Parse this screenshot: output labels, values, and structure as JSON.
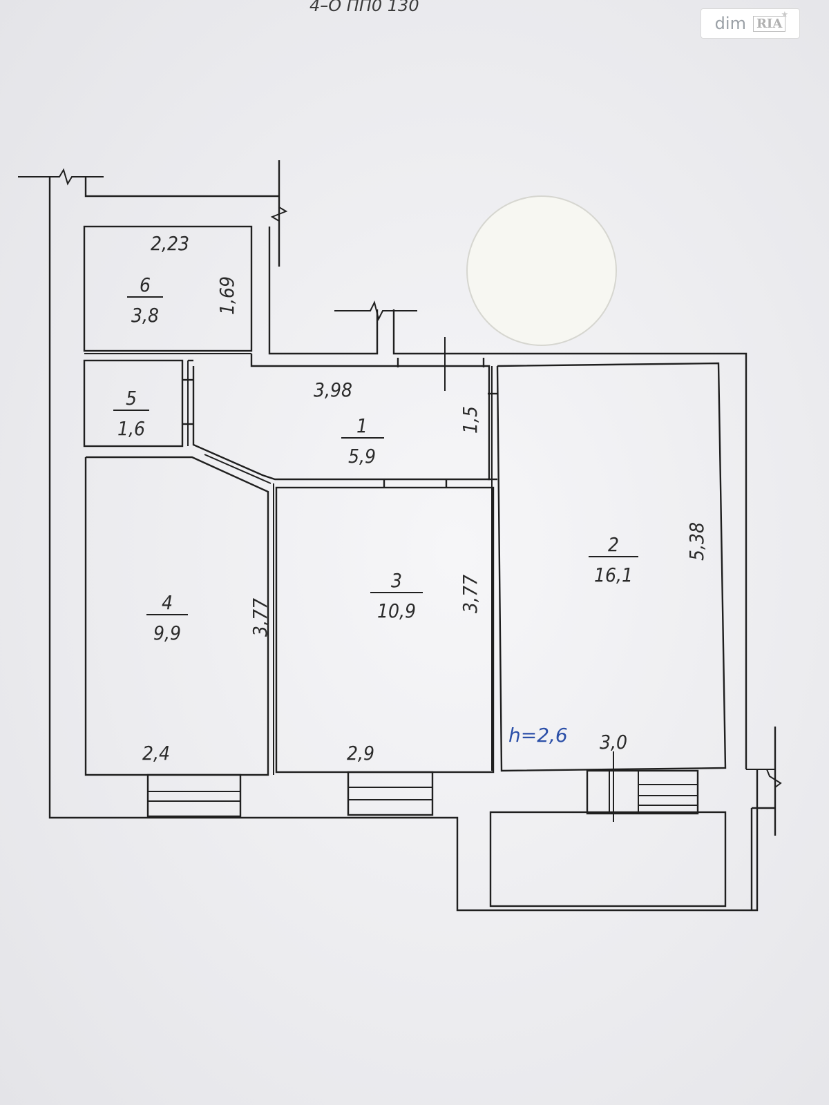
{
  "header_text": "4–Ö ПП0 130",
  "ceiling_height": "h=2,6",
  "watermark": {
    "brand": "dim",
    "logo": "RIA"
  },
  "colors": {
    "ink": "#1f1f1f",
    "annotation": "#2b4fa8",
    "paper": "#f2f2f4"
  },
  "rooms": [
    {
      "number": "1",
      "area": "5,9"
    },
    {
      "number": "2",
      "area": "16,1"
    },
    {
      "number": "3",
      "area": "10,9"
    },
    {
      "number": "4",
      "area": "9,9"
    },
    {
      "number": "5",
      "area": "1,6"
    },
    {
      "number": "6",
      "area": "3,8"
    }
  ],
  "dimensions": {
    "room6_width": "2,23",
    "room6_length": "1,69",
    "room1_width": "3,98",
    "room1_depth": "1,5",
    "room2_length": "5,38",
    "room2_width": "3,0",
    "room3_length": "3,77",
    "room3_width": "2,9",
    "room4_length": "3,77",
    "room4_width": "2,4"
  }
}
